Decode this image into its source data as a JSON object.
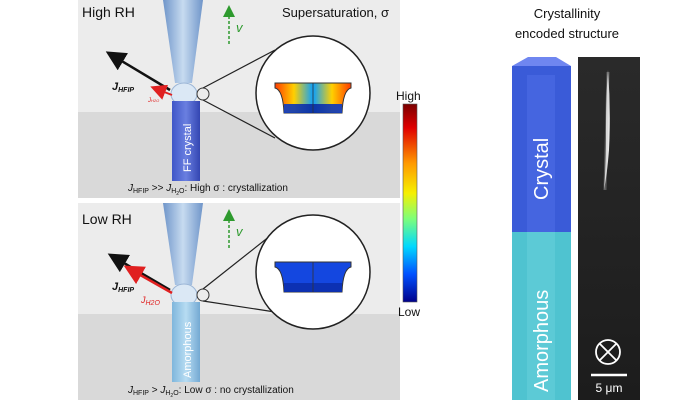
{
  "top_panel": {
    "title": "High RH",
    "velocity_label": "v",
    "sigma_label": "Supersaturation, σ",
    "flux_main": "J",
    "flux_main_sub": "HFIP",
    "flux_minor": "J",
    "flux_minor_sub": "H2O",
    "crystal_label": "FF crystal",
    "caption": {
      "j1": "J",
      "j1_sub": "HFIP",
      "op": ">>",
      "j2": "J",
      "j2_sub": "H",
      "j2_sub2": "2",
      "j2_sub3": "O",
      "rest": ": High σ : crystallization"
    }
  },
  "bottom_panel": {
    "title": "Low RH",
    "velocity_label": "v",
    "flux_main": "J",
    "flux_main_sub": "HFIP",
    "flux_minor": "J",
    "flux_minor_sub": "H2O",
    "crystal_label": "Amorphous",
    "caption": {
      "j1": "J",
      "j1_sub": "HFIP",
      "op": ">",
      "j2": "J",
      "j2_sub": "H",
      "j2_sub2": "2",
      "j2_sub3": "O",
      "rest": ":  Low σ : no crystallization"
    }
  },
  "colorbar": {
    "high_label": "High",
    "low_label": "Low"
  },
  "right_panel": {
    "title_line1": "Crystallinity",
    "title_line2": "encoded structure",
    "crystal_label": "Crystal",
    "amorphous_label": "Amorphous",
    "scale_label": "5 μm",
    "colors": {
      "crystal": "#3a5bd8",
      "amorphous": "#4fc3d0"
    }
  },
  "colors": {
    "panel_bg": "#e9e9e9",
    "lower_bg": "#d6d6d6",
    "velocity_arrow": "#2e9a2e",
    "flux_minor_arrow": "#e02020",
    "flux_main_arrow": "#111111"
  }
}
